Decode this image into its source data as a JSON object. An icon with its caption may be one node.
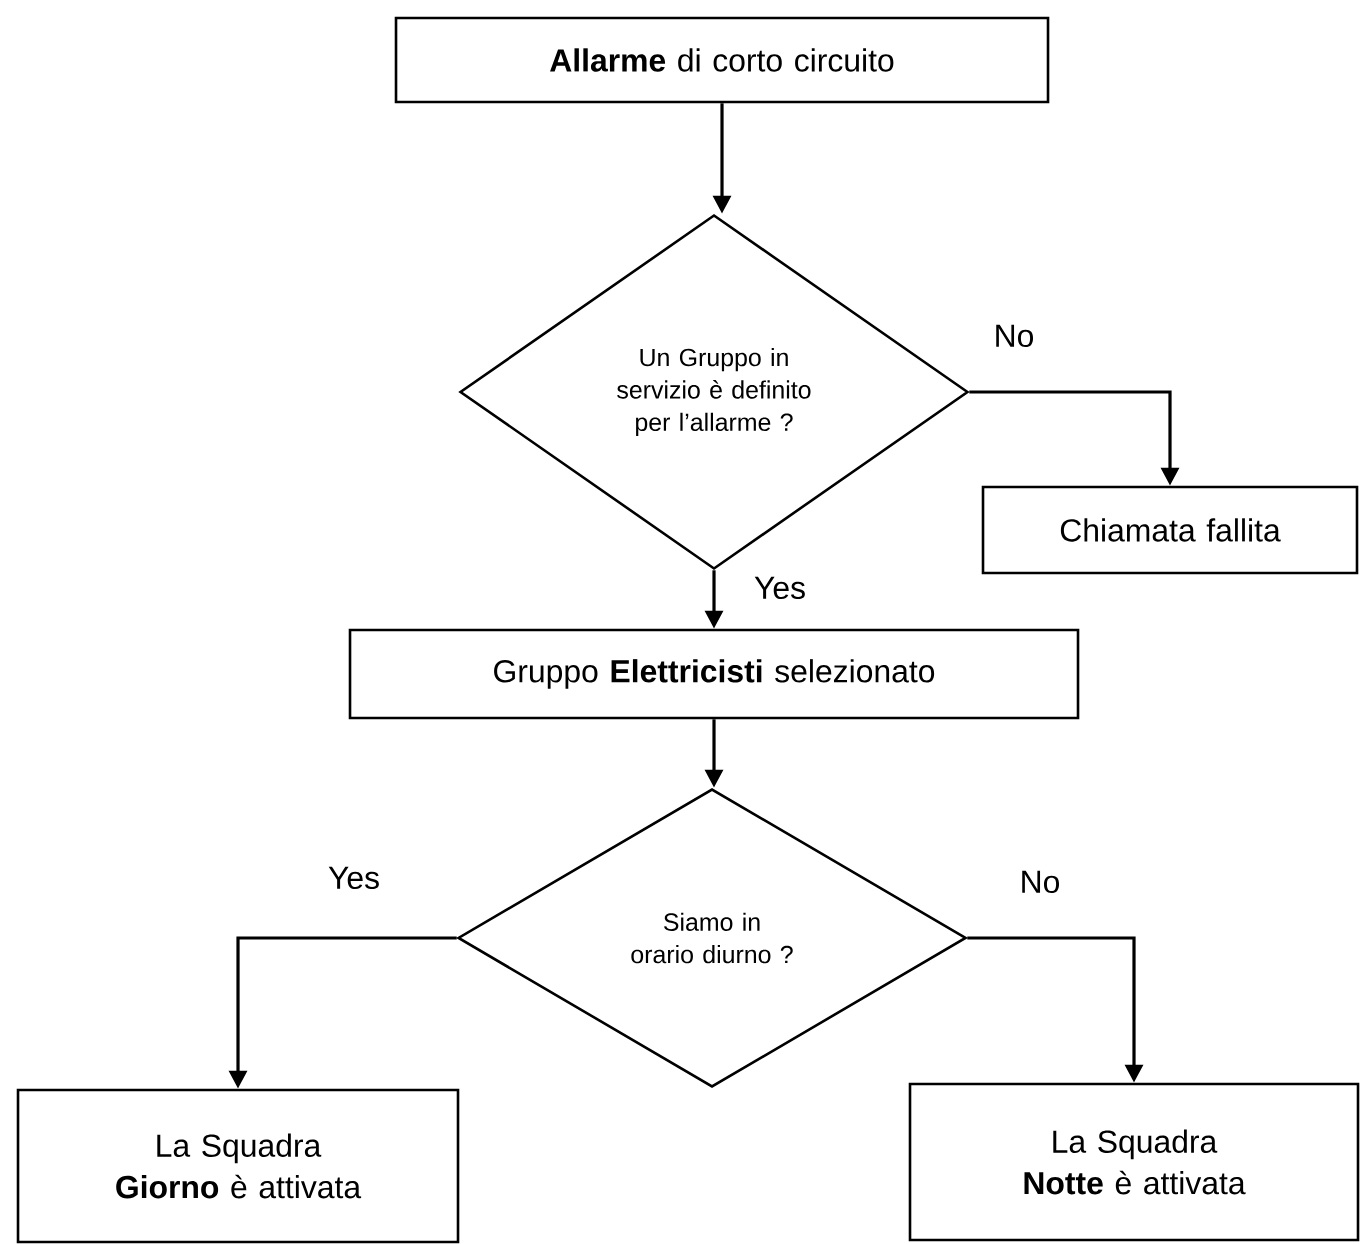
{
  "diagram": {
    "nodes": [
      {
        "text": [
          "**Allarme** di corto circuito"
        ]
      },
      {
        "text": [
          "Un Gruppo in servizio è definito per l’allarme ?"
        ]
      },
      {
        "text": [
          "Chiamata fallita"
        ]
      },
      {
        "text": [
          "Gruppo **Elettricisti** selezionato"
        ]
      },
      {
        "text": [
          "Siamo in orario diurno ?"
        ]
      },
      {
        "text": [
          "La Squadra **Giorno** è attivata"
        ]
      },
      {
        "text": [
          "La Squadra **Notte** è attivata"
        ]
      }
    ],
    "edges": [
      {
        "from": 0,
        "to": 1,
        "arrow": "to"
      },
      {
        "from": 1,
        "to": 2,
        "arrow": "to",
        "label": "No"
      },
      {
        "from": 1,
        "to": 3,
        "arrow": "to",
        "label": "Yes"
      },
      {
        "from": 3,
        "to": 4,
        "arrow": "to"
      },
      {
        "from": 4,
        "to": 5,
        "arrow": "to",
        "label": "Yes"
      },
      {
        "from": 4,
        "to": 6,
        "arrow": "to",
        "label": "No"
      }
    ]
  }
}
